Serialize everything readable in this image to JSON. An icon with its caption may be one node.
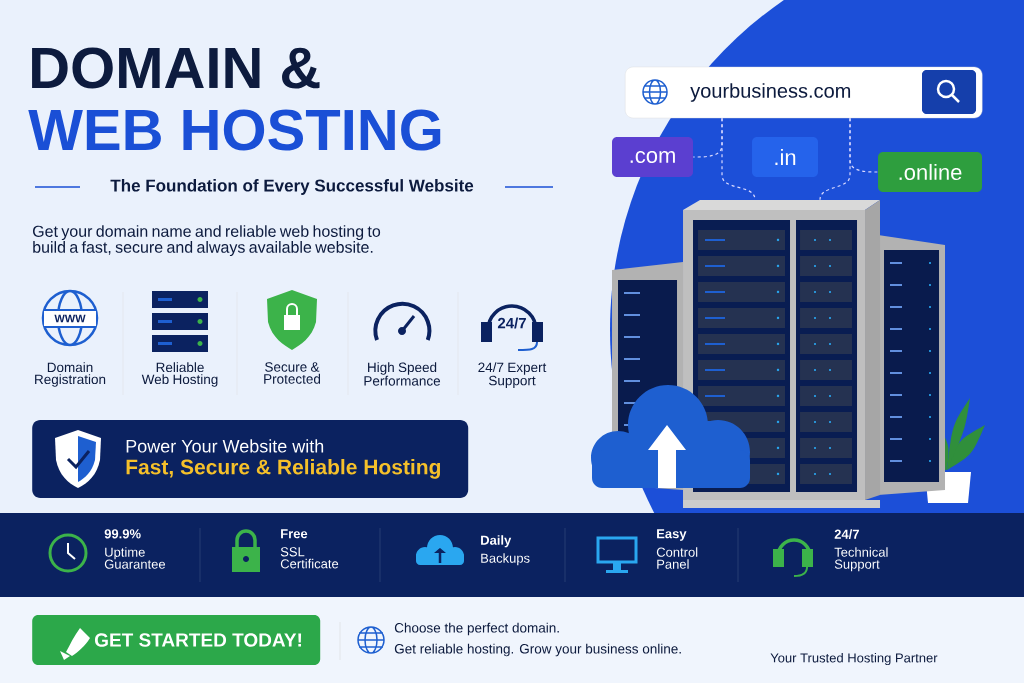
{
  "diagram": {
    "nodes": [
      {
        "text": [
          "yourbusiness.com"
        ]
      },
      {
        "text": [
          ".com"
        ]
      },
      {
        "text": [
          ".in"
        ]
      },
      {
        "text": [
          ".online"
        ]
      },
      {
        "text": [],
        "shape": "picture"
      },
      {
        "text": [
          "Power Your Website with",
          "Fast, Secure & Reliable Hosting"
        ]
      },
      {
        "text": [
          "GET STARTED TODAY!"
        ]
      }
    ],
    "edges": [
      {
        "from": 0,
        "to": 1,
        "arrow": "none",
        "style": "dashed"
      },
      {
        "from": 0,
        "to": 4,
        "arrow": "none",
        "style": "dashed"
      },
      {
        "from": 0,
        "to": 3,
        "arrow": "none",
        "style": "dashed"
      },
      {
        "from": 0,
        "to": 4,
        "arrow": "none",
        "style": "dashed"
      }
    ],
    "labels": [
      "DOMAIN &",
      "WEB HOSTING",
      "The Foundation of Every Successful Website",
      "Get your domain name and reliable web hosting to build a fast, secure and always available website.",
      "WWW",
      "24/7",
      "Domain Registration",
      "Reliable Web Hosting",
      "Secure & Protected",
      "High Speed Performance",
      "24/7 Expert Support",
      "99.9%",
      "Uptime Guarantee",
      "Free",
      "SSL Certificate",
      "Daily",
      "Backups",
      "Easy",
      "Control Panel",
      "24/7",
      "Technical Support",
      "Choose the perfect domain.",
      "Get reliable hosting. Grow your business online.",
      "Your Trusted Hosting Partner"
    ]
  }
}
